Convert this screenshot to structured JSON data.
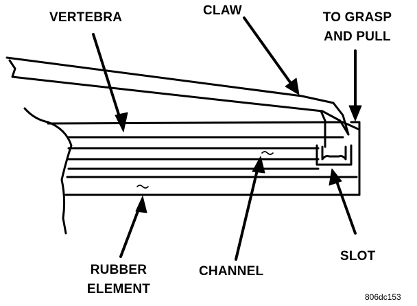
{
  "labels": {
    "vertebra": "VERTEBRA",
    "claw": "CLAW",
    "grasp_line1": "TO GRASP",
    "grasp_line2": "AND PULL",
    "rubber_line1": "RUBBER",
    "rubber_line2": "ELEMENT",
    "channel": "CHANNEL",
    "slot": "SLOT",
    "figure_code": "806dc153"
  },
  "colors": {
    "ink": "#000000",
    "paper": "#ffffff"
  }
}
